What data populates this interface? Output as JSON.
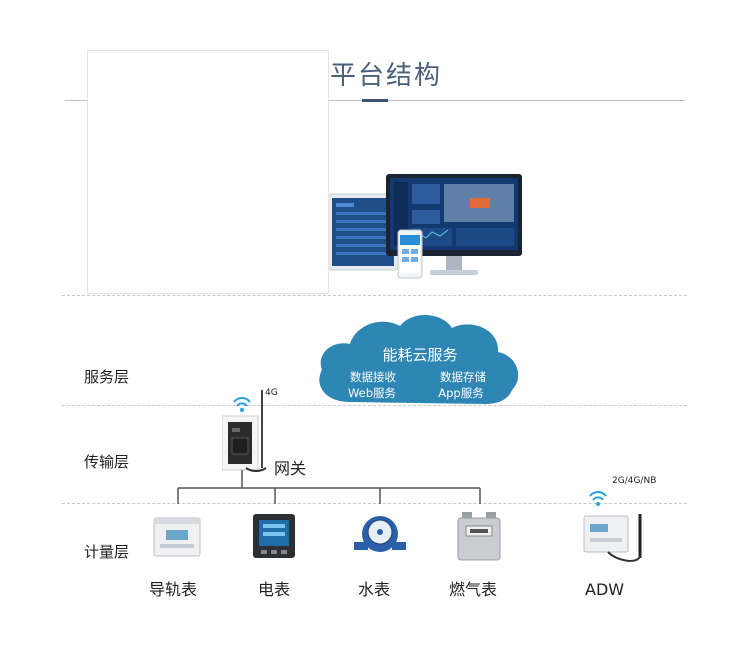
{
  "title": "平台结构",
  "layers": {
    "service": "服务层",
    "transport": "传输层",
    "metering": "计量层"
  },
  "cloud": {
    "name": "能耗云服务",
    "items": [
      "数据接收",
      "数据存储",
      "Web服务",
      "App服务"
    ]
  },
  "gateway": {
    "label": "网关",
    "signal": "4G"
  },
  "devices": [
    {
      "label": "导轨表"
    },
    {
      "label": "电表"
    },
    {
      "label": "水表"
    },
    {
      "label": "燃气表"
    }
  ],
  "adw": {
    "label": "ADW",
    "signal": "2G/4G/NB"
  },
  "colors": {
    "cloud": "#2d86b4",
    "title": "#4a5f7c",
    "accent": "#3d5576"
  }
}
